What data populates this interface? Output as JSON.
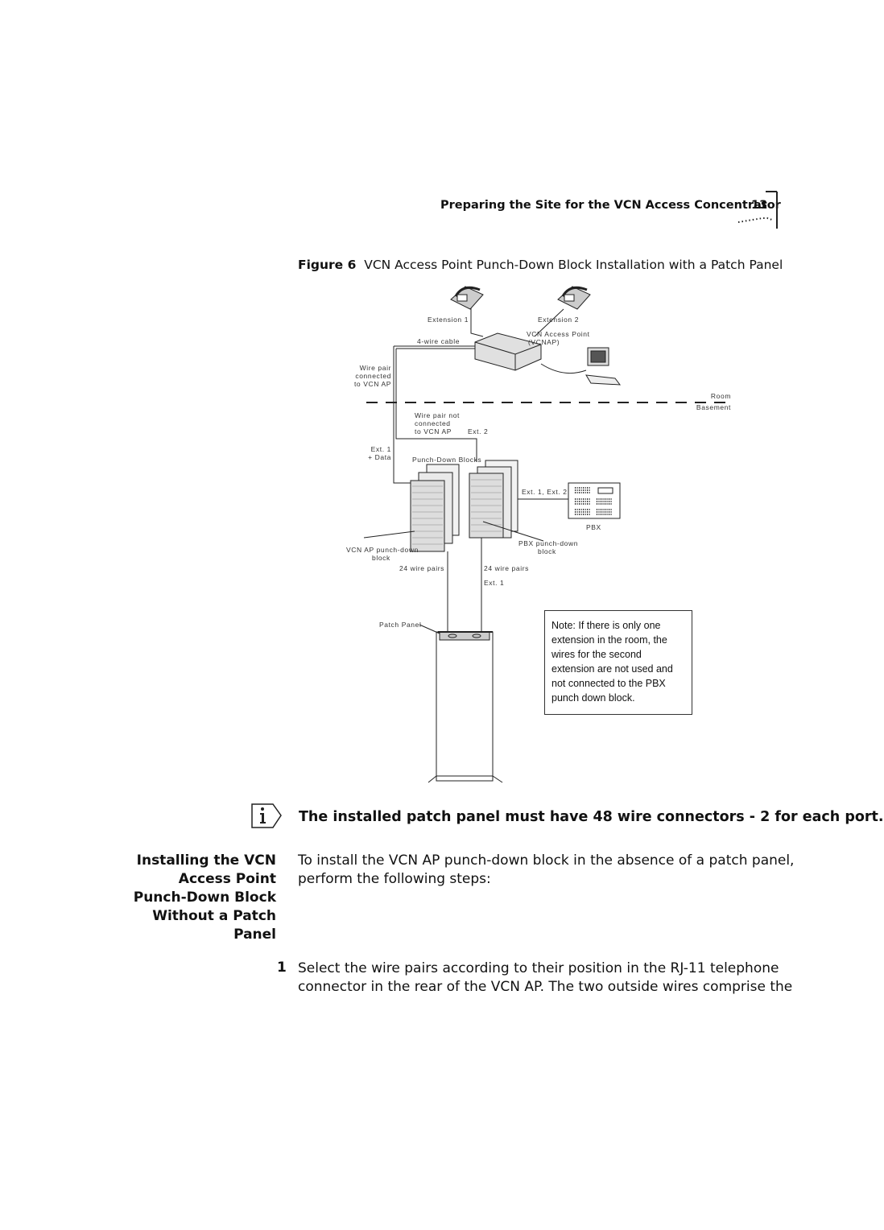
{
  "header": {
    "running_title": "Preparing the Site for the VCN Access Concentrator",
    "page_number": "13"
  },
  "figure": {
    "caption_label": "Figure 6",
    "caption_text": "VCN Access Point Punch-Down Block Installation with a Patch Panel",
    "labels": {
      "extension1": "Extension 1",
      "extension2": "Extension 2",
      "wire_cable": "4-wire cable",
      "vcnap_line1": "VCN Access Point",
      "vcnap_line2": "(VCNAP)",
      "wire_pair_1": "Wire pair",
      "wire_pair_2": "connected",
      "wire_pair_3": "to VCN AP",
      "room": "Room",
      "basement": "Basement",
      "not_conn_1": "Wire pair not",
      "not_conn_2": "connected",
      "not_conn_3": "to VCN AP",
      "ext2": "Ext. 2",
      "ext1_data_1": "Ext. 1",
      "ext1_data_2": "+ Data",
      "punch_blocks": "Punch-Down Blocks",
      "ext1_ext2": "Ext. 1, Ext. 2",
      "pbx": "PBX",
      "pbx_block_1": "PBX punch-down",
      "pbx_block_2": "block",
      "vcn_block_1": "VCN AP punch-down",
      "vcn_block_2": "block",
      "pairs_left": "24 wire pairs",
      "pairs_right": "24 wire pairs",
      "ext1": "Ext. 1",
      "patch_panel": "Patch Panel"
    },
    "note": "Note: If there is only one extension in the room, the wires for the second extension are not used and not connected to the PBX punch down block."
  },
  "info_note": {
    "icon": "info-icon",
    "text": "The installed patch panel must have 48 wire connectors - 2 for each port."
  },
  "section": {
    "heading_lines": [
      "Installing the VCN",
      "Access Point",
      "Punch-Down Block",
      "Without a Patch",
      "Panel"
    ],
    "intro": "To install the VCN AP punch-down block in the absence of a patch panel, perform the following steps:",
    "step1_number": "1",
    "step1_text": "Select the wire pairs according to their position in the RJ-11 telephone connector in the rear of the VCN AP. The two outside wires comprise the"
  }
}
